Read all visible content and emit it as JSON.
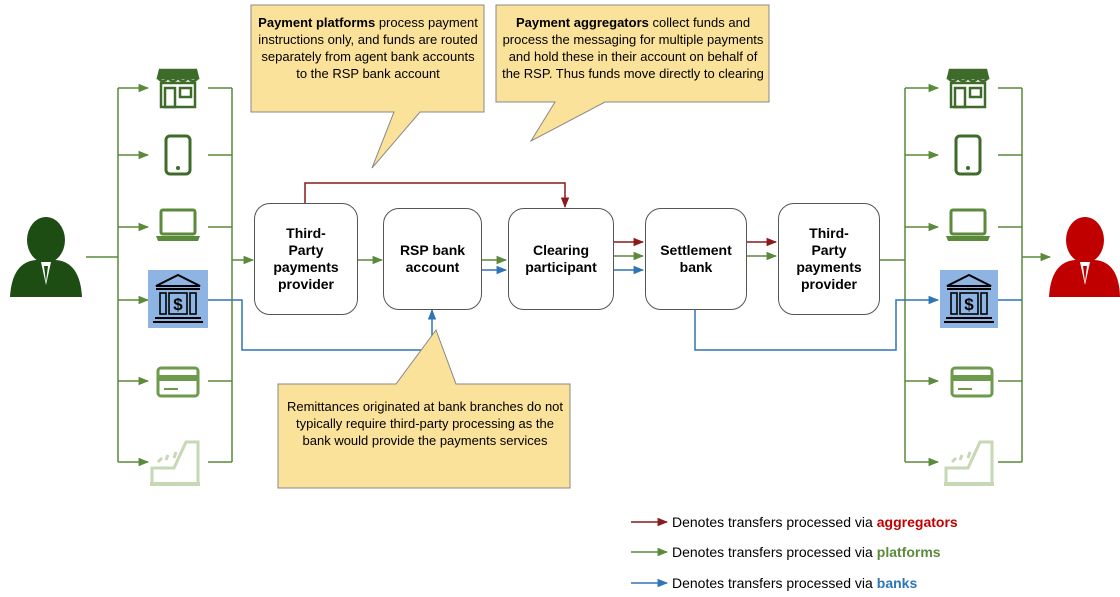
{
  "colors": {
    "aggregator": "#8b1a1a",
    "platform": "#5a8a3a",
    "bank": "#2e75b6",
    "callout_fill": "#fbe29a",
    "icon_green": "#3f6b2a",
    "sender": "#1e4d14",
    "receiver": "#c00000"
  },
  "boxes": {
    "tpp_left": "Third-\nParty\npayments\nprovider",
    "rsp_bank": "RSP bank\naccount",
    "clearing": "Clearing\nparticipant",
    "settlement": "Settlement\nbank",
    "tpp_right": "Third-\nParty\npayments\nprovider"
  },
  "callouts": {
    "platforms_bold": "Payment platforms",
    "platforms_rest": " process payment instructions only, and funds are routed separately from agent bank accounts to the RSP bank account",
    "aggregators_bold": "Payment aggregators",
    "aggregators_rest": " collect funds and process the messaging for multiple payments and hold these in their account on behalf of the RSP. Thus funds move directly to clearing",
    "banks_text": "Remittances originated at bank branches do not typically require third-party processing as the bank would provide the payments services"
  },
  "channels": [
    "shop-icon",
    "mobile-phone-icon",
    "laptop-icon",
    "bank-icon",
    "card-icon",
    "cash-register-icon"
  ],
  "legend": {
    "prefix": "Denotes transfers processed via",
    "aggregators": "aggregators",
    "platforms": "platforms",
    "banks": "banks"
  }
}
